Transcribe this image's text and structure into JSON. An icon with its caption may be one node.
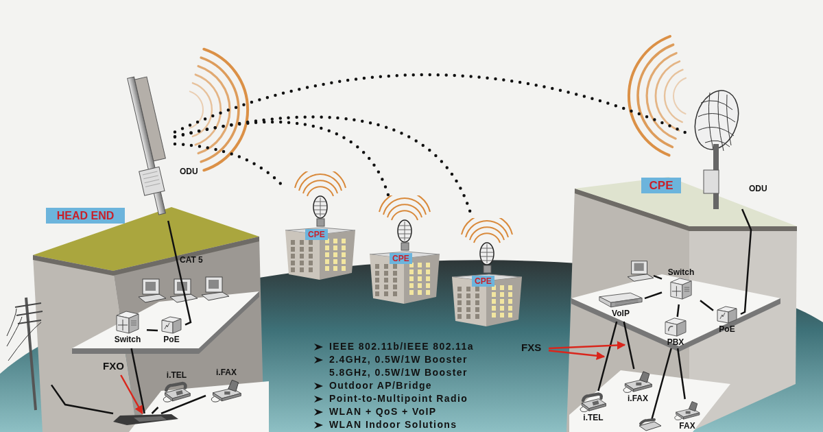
{
  "diagram": {
    "nodes": [
      {
        "text": [
          "HEAD END"
        ]
      },
      {
        "text": [],
        "shape": "picture",
        "beside": [
          "ODU"
        ]
      },
      {
        "text": [
          "Switch"
        ]
      },
      {
        "text": [
          "PoE"
        ]
      },
      {
        "text": [],
        "shape": "picture"
      },
      {
        "text": [
          "FXO"
        ]
      },
      {
        "text": [
          "i.TEL"
        ]
      },
      {
        "text": [
          "i.FAX"
        ]
      },
      {
        "text": [],
        "shape": "box"
      },
      {
        "text": [
          "CPE"
        ]
      },
      {
        "text": [
          "CPE"
        ]
      },
      {
        "text": [
          "CPE"
        ]
      },
      {
        "text": [
          "CPE"
        ]
      },
      {
        "text": [],
        "shape": "picture",
        "beside": [
          "ODU"
        ]
      },
      {
        "text": [],
        "shape": "picture"
      },
      {
        "text": [
          "Switch"
        ]
      },
      {
        "text": [
          "VoIP"
        ]
      },
      {
        "text": [
          "PBX"
        ]
      },
      {
        "text": [
          "PoE"
        ]
      },
      {
        "text": [
          "FXS"
        ]
      },
      {
        "text": [
          "i.FAX"
        ]
      },
      {
        "text": [
          "i.TEL"
        ]
      },
      {
        "text": [
          "FAX"
        ]
      },
      {
        "text": [],
        "shape": "picture"
      }
    ],
    "edges": [
      {
        "from": 1,
        "to": 13,
        "arrow": "none",
        "style": "dashed"
      },
      {
        "from": 1,
        "to": 9,
        "arrow": "none",
        "style": "dashed"
      },
      {
        "from": 1,
        "to": 10,
        "arrow": "none",
        "style": "dashed"
      },
      {
        "from": 1,
        "to": 11,
        "arrow": "none",
        "style": "dashed"
      },
      {
        "from": 1,
        "to": 3,
        "arrow": "none",
        "label": "CAT 5"
      },
      {
        "from": 3,
        "to": 2,
        "arrow": "none"
      },
      {
        "from": 2,
        "to": 8,
        "arrow": "none"
      },
      {
        "from": 4,
        "to": 8,
        "arrow": "none"
      },
      {
        "from": 8,
        "to": 6,
        "arrow": "none"
      },
      {
        "from": 8,
        "to": 7,
        "arrow": "none"
      },
      {
        "from": 5,
        "to": 8,
        "arrow": "to",
        "color": "#d9261c"
      },
      {
        "from": 13,
        "to": 18,
        "arrow": "none"
      },
      {
        "from": 18,
        "to": 15,
        "arrow": "none"
      },
      {
        "from": 15,
        "to": 14,
        "arrow": "none"
      },
      {
        "from": 15,
        "to": 16,
        "arrow": "none"
      },
      {
        "from": 15,
        "to": 17,
        "arrow": "none"
      },
      {
        "from": 16,
        "to": 21,
        "arrow": "none"
      },
      {
        "from": 16,
        "to": 20,
        "arrow": "none"
      },
      {
        "from": 17,
        "to": 22,
        "arrow": "none"
      },
      {
        "from": 17,
        "to": 23,
        "arrow": "none"
      },
      {
        "from": 19,
        "to": null,
        "arrow": "to",
        "color": "#d9261c"
      },
      {
        "from": 19,
        "to": null,
        "arrow": "to",
        "color": "#d9261c"
      }
    ],
    "labels": [
      "IEEE 802.11b/IEEE 802.11a",
      "2.4GHz, 0.5W/1W Booster",
      "5.8GHz, 0.5W/1W Booster",
      "Outdoor AP/Bridge",
      "Point-to-Multipoint Radio",
      "WLAN + QoS + VoIP",
      "WLAN Indoor Solutions"
    ]
  }
}
